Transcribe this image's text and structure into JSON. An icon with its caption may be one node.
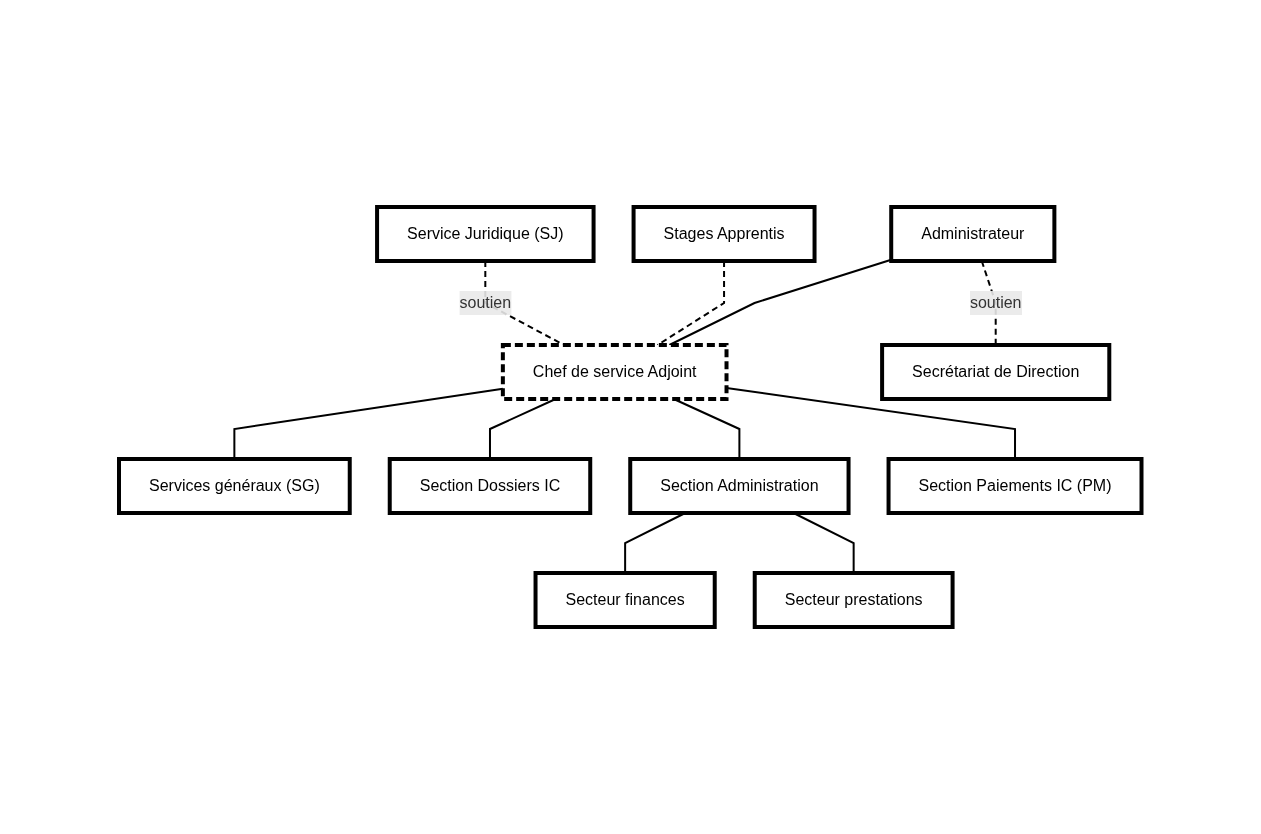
{
  "diagram": {
    "nodes": [
      {
        "text": [
          "Administrateur"
        ]
      },
      {
        "text": [
          "Secrétariat de Direction"
        ]
      },
      {
        "text": [
          "Chef de service Adjoint"
        ]
      },
      {
        "text": [
          "Stages Apprentis"
        ]
      },
      {
        "text": [
          "Service Juridique (SJ)"
        ]
      },
      {
        "text": [
          "Services généraux (SG)"
        ]
      },
      {
        "text": [
          "Section Dossiers IC"
        ]
      },
      {
        "text": [
          "Section Administration"
        ]
      },
      {
        "text": [
          "Section Paiements IC (PM)"
        ]
      },
      {
        "text": [
          "Secteur finances"
        ]
      },
      {
        "text": [
          "Secteur prestations"
        ]
      }
    ],
    "edges": [
      {
        "from": 0,
        "to": 1,
        "arrow": "none",
        "label": "soutien",
        "style": "dashed"
      },
      {
        "from": 0,
        "to": 2,
        "arrow": "none"
      },
      {
        "from": 2,
        "to": 3,
        "arrow": "none",
        "style": "dashed"
      },
      {
        "from": 4,
        "to": 2,
        "arrow": "none",
        "label": "soutien",
        "style": "dashed"
      },
      {
        "from": 2,
        "to": 5,
        "arrow": "none"
      },
      {
        "from": 2,
        "to": 6,
        "arrow": "none"
      },
      {
        "from": 2,
        "to": 7,
        "arrow": "none"
      },
      {
        "from": 2,
        "to": 8,
        "arrow": "none"
      },
      {
        "from": 7,
        "to": 9,
        "arrow": "none"
      },
      {
        "from": 7,
        "to": 10,
        "arrow": "none"
      }
    ]
  }
}
